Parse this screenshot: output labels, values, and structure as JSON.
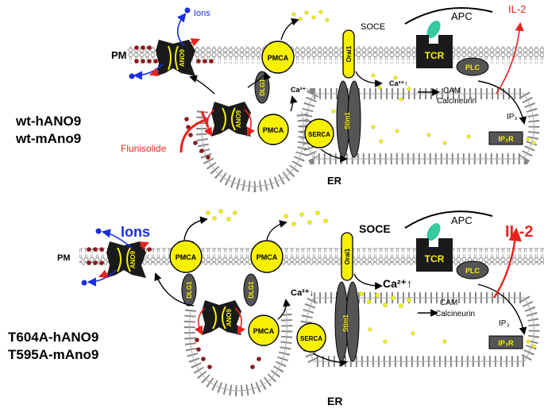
{
  "colors": {
    "ion_blue": "#1a2ee0",
    "il2_red": "#e8231e",
    "inhibitor_red": "#e8231e",
    "ca_yellow": "#f5f000",
    "pump_yellow": "#f7f000",
    "channel_dark": "#1a1a1a",
    "lipid_grey": "#8a8a8a",
    "lipid_red": "#8b1a1a",
    "apc_teal": "#36c9a0",
    "receptor_grey": "#555555"
  },
  "top": {
    "genotype_line1": "wt-hANO9",
    "genotype_line2": "wt-mAno9",
    "pm_label": "PM",
    "ions_label": "Ions",
    "ano9_label": "ANO9",
    "ano9_vesicle_label": "ANO9",
    "dlg1_label": "DLG1",
    "pmca_pm_label": "PMCA",
    "pmca_vesicle_label": "PMCA",
    "ca_influx_label": "Ca²⁺↓",
    "orai1_label": "Orai1",
    "stim1_label": "Stim1",
    "soce_label": "SOCE",
    "ca_rise_label": "Ca²⁺↑",
    "serca_label": "SERCA",
    "er_label": "ER",
    "apc_label": "APC",
    "tcr_label": "TCR",
    "plc_label": "PLC",
    "il2_label": "IL-2",
    "cam_label": "CAM",
    "calcineurin_label": "Calcineurin",
    "ip3_label": "IP₃",
    "ip3r_label": "IP₃R",
    "flunisolide_label": "Flunisolide"
  },
  "bottom": {
    "genotype_line1": "T604A-hANO9",
    "genotype_line2": "T595A-mAno9",
    "pm_label": "PM",
    "ions_label": "Ions",
    "ano9_label": "ANO9",
    "ano9_vesicle_label": "ANO9",
    "dlg1_left_label": "DLG1",
    "dlg1_right_label": "DLG1",
    "pmca_left_label": "PMCA",
    "pmca_right_label": "PMCA",
    "pmca_vesicle_label": "PMCA",
    "ca_influx_label": "Ca²⁺↓",
    "orai1_label": "Orai1",
    "stim1_label": "Stim1",
    "soce_label": "SOCE",
    "ca_rise_label": "Ca²⁺↑",
    "serca_label": "SERCA",
    "er_label": "ER",
    "apc_label": "APC",
    "tcr_label": "TCR",
    "plc_label": "PLC",
    "il2_label": "IL-2",
    "cam_label": "CAM",
    "calcineurin_label": "Calcineurin",
    "ip3_label": "IP₃",
    "ip3r_label": "IP₃R"
  }
}
